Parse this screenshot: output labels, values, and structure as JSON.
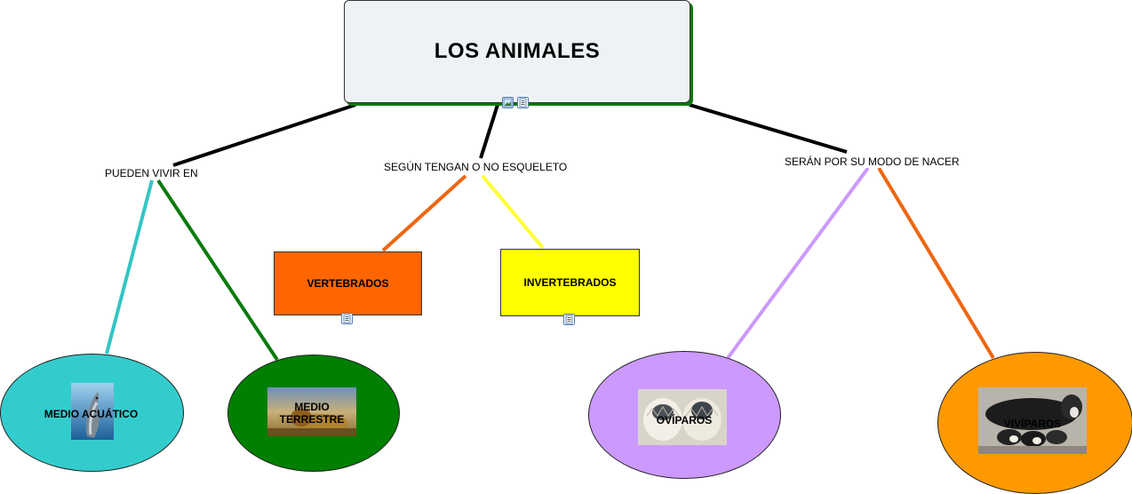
{
  "root": {
    "title": "LOS ANIMALES",
    "fill": "#edf3f5"
  },
  "links": {
    "habitat": "PUEDEN VIVIR EN",
    "skeleton": "SEGÚN TENGAN O NO ESQUELETO",
    "birth": "SERÁN POR SU MODO DE NACER"
  },
  "nodes": {
    "aquatic": {
      "label": "MEDIO ACUÁTICO",
      "color": "#33cccc",
      "image": "dolphin-photo"
    },
    "terrestrial": {
      "label": "MEDIO TERRESTRE",
      "color": "#007f00",
      "image": "lion-photo"
    },
    "vertebrates": {
      "label": "VERTEBRADOS",
      "color": "#ff6600"
    },
    "invertebrates": {
      "label": "INVERTEBRADOS",
      "color": "#ffff00"
    },
    "oviparous": {
      "label": "OVÍPAROS",
      "color": "#cc99ff",
      "image": "hatching-eggs-photo"
    },
    "viviparous": {
      "label": "VIVÍPAROS",
      "color": "#ff9900",
      "image": "dog-with-puppies-photo"
    }
  },
  "connector_colors": {
    "root": "#000000",
    "aquatic": "#33c4c4",
    "terrestrial": "#0b7a0b",
    "vertebrates": "#ee6611",
    "invertebrates": "#ffff33",
    "oviparous": "#cc99ff",
    "viviparous": "#ee6611"
  },
  "icons": [
    "image-resource-icon",
    "document-resource-icon"
  ]
}
